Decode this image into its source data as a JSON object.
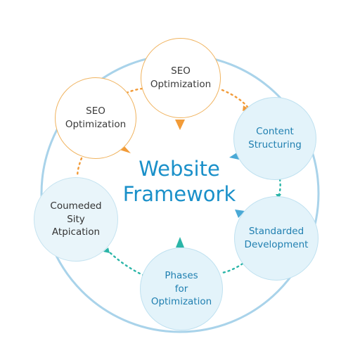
{
  "center": {
    "title": "Website\nFramework"
  },
  "nodes": [
    {
      "id": "seo-top",
      "label": "SEO\nOptimization",
      "style": "orange"
    },
    {
      "id": "seo-left",
      "label": "SEO\nOptimization",
      "style": "orange"
    },
    {
      "id": "content",
      "label": "Content\nStructuring",
      "style": "blue"
    },
    {
      "id": "standard",
      "label": "Standarded\nDevelopment",
      "style": "blue"
    },
    {
      "id": "phases",
      "label": "Phases\nfor\nOptimization",
      "style": "blue"
    },
    {
      "id": "cities",
      "label": "Coumeded\nSity\nAtpication",
      "style": "grey"
    }
  ],
  "colors": {
    "outer_ring": "#a9d3ea",
    "orange_accent": "#f29b38",
    "blue_accent": "#4aa9d6",
    "teal_accent": "#2bb5a8",
    "title": "#1a90c9"
  }
}
